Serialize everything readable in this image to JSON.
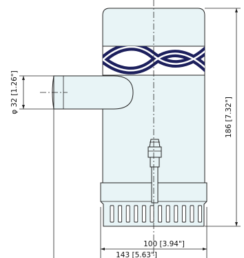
{
  "dimensions": {
    "outlet_diameter": "φ 32 [1.26\"]",
    "height": "186 [7.32\"]",
    "body_width": "100 [3.94\"]",
    "overall_width": "143 [5.63\"]"
  },
  "colors": {
    "body_fill": "#e8f4f6",
    "twist_band": "#1c1f5c",
    "line": "#222222"
  }
}
